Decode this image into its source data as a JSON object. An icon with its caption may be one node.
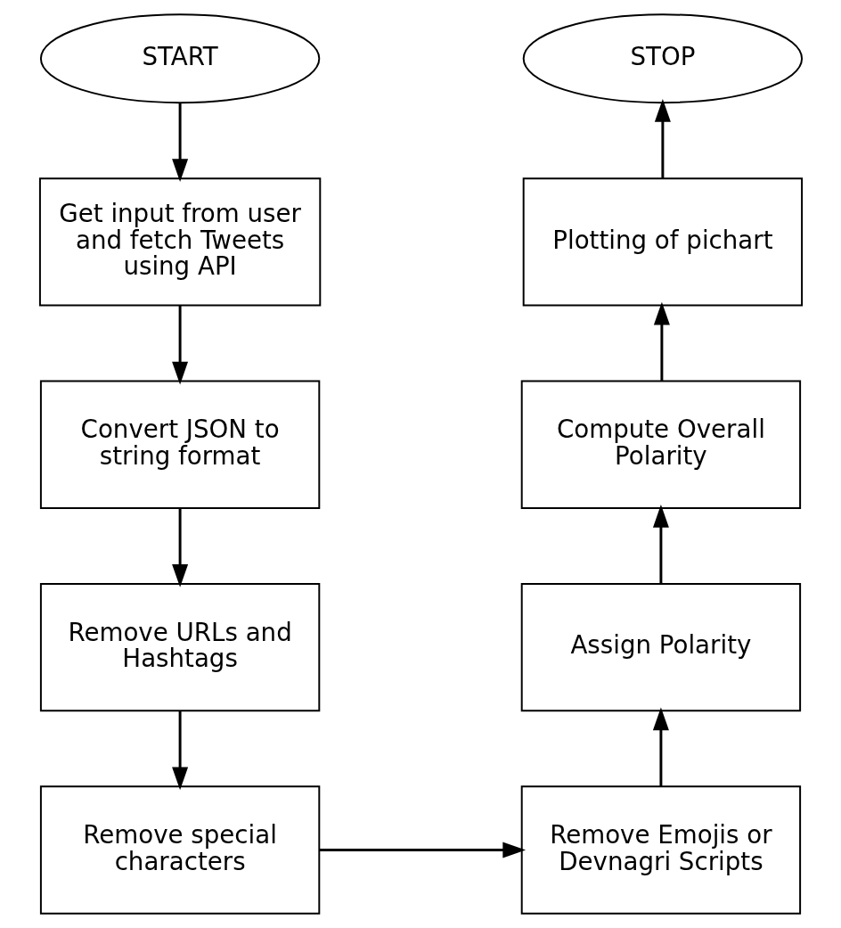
{
  "diagram": {
    "nodes": [
      {
        "text": [
          "START"
        ]
      },
      {
        "text": [
          "Get input from user and fetch Tweets using API"
        ]
      },
      {
        "text": [
          "Convert JSON to string format"
        ]
      },
      {
        "text": [
          "Remove URLs and Hashtags"
        ]
      },
      {
        "text": [
          "Remove special characters"
        ]
      },
      {
        "text": [
          "Remove Emojis or Devnagri Scripts"
        ]
      },
      {
        "text": [
          "Assign Polarity"
        ]
      },
      {
        "text": [
          "Compute Overall Polarity"
        ]
      },
      {
        "text": [
          "Plotting of pichart"
        ]
      },
      {
        "text": [
          "STOP"
        ]
      }
    ],
    "edges": [
      {
        "from": 0,
        "to": 1,
        "arrow": "to"
      },
      {
        "from": 1,
        "to": 2,
        "arrow": "to"
      },
      {
        "from": 2,
        "to": 3,
        "arrow": "to"
      },
      {
        "from": 3,
        "to": 4,
        "arrow": "to"
      },
      {
        "from": 4,
        "to": 5,
        "arrow": "to"
      },
      {
        "from": 5,
        "to": 6,
        "arrow": "to"
      },
      {
        "from": 6,
        "to": 7,
        "arrow": "to"
      },
      {
        "from": 7,
        "to": 8,
        "arrow": "to"
      },
      {
        "from": 8,
        "to": 9,
        "arrow": "to"
      }
    ]
  }
}
